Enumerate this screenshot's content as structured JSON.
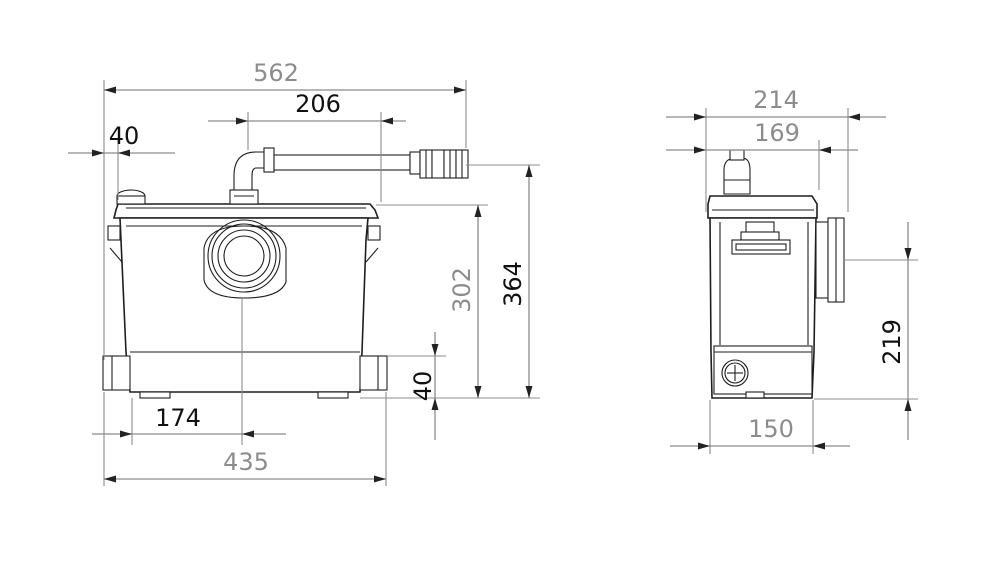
{
  "front_view": {
    "overall_width_label": "562",
    "pipe_offset_label": "206",
    "left_offset_label": "40",
    "tank_height_label": "302",
    "overall_height_label": "364",
    "inlet_height_label": "40",
    "center_offset_label": "174",
    "base_width_label": "435"
  },
  "side_view": {
    "overall_depth_label": "214",
    "top_depth_label": "169",
    "inlet_height_label": "219",
    "base_depth_label": "150"
  }
}
